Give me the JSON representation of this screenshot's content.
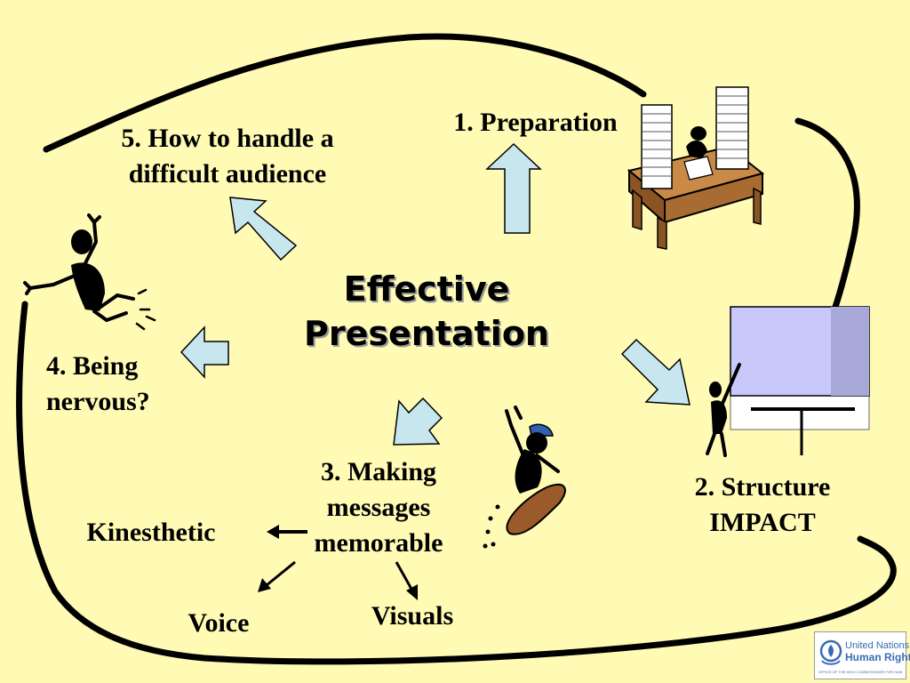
{
  "diagram": {
    "center": {
      "line1": "Effective",
      "line2": "Presentation"
    },
    "nodes": {
      "preparation": "1. Preparation",
      "structure": {
        "line1": "2. Structure",
        "line2": "IMPACT"
      },
      "memorable": {
        "line1": "3. Making",
        "line2": "messages",
        "line3": "memorable"
      },
      "nervous": {
        "line1": "4. Being",
        "line2": "nervous?"
      },
      "audience": {
        "line1": "5. How to handle a",
        "line2": "difficult audience"
      }
    },
    "channels": {
      "kinesthetic": "Kinesthetic",
      "voice": "Voice",
      "visuals": "Visuals"
    },
    "colors": {
      "background": "#FFFAB4",
      "arrow_fill": "#C7E6EE",
      "outline": "#000000",
      "screen": "#C8C8FA",
      "desk": "#A86B32",
      "skateboard": "#9A5A2A"
    },
    "icons": [
      "desk-with-papers-icon",
      "presenter-at-screen-icon",
      "skateboarder-icon",
      "nervous-figure-icon",
      "un-human-rights-logo-icon"
    ]
  },
  "logo": {
    "line1": "United Nations",
    "line2": "Human Rights",
    "sub": "OFFICE OF THE HIGH COMMISSIONER FOR HUMAN RIGHTS"
  }
}
